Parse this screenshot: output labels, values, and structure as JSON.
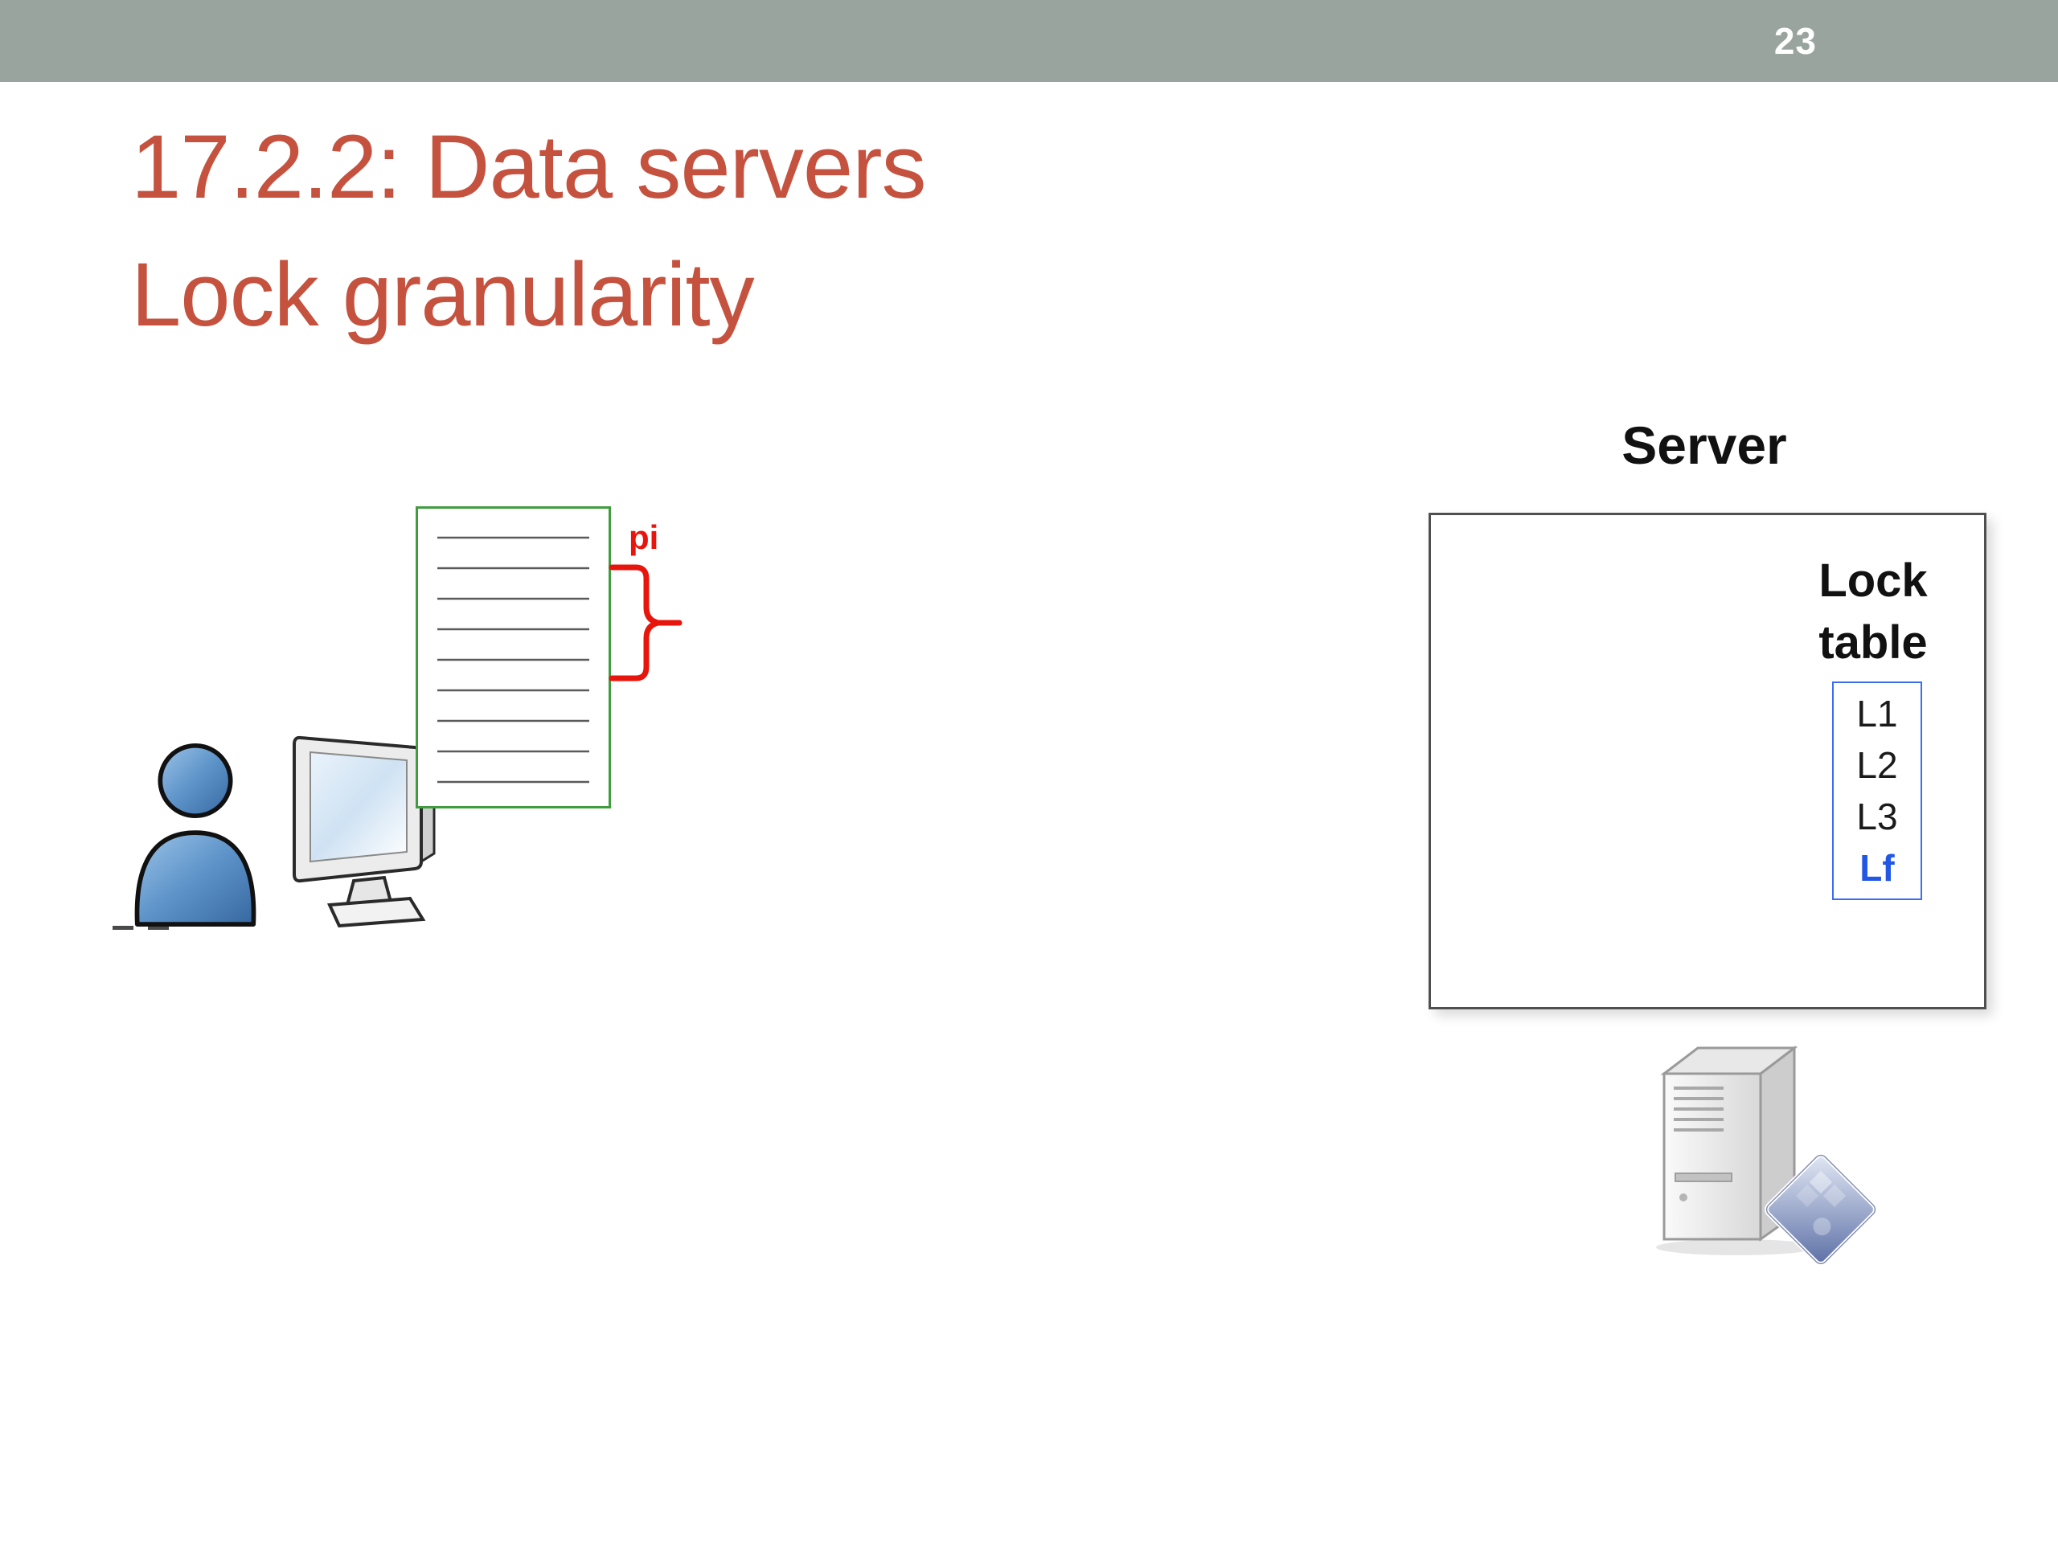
{
  "slide": {
    "page_number": "23",
    "title_line1": "17.2.2: Data servers",
    "title_line2": "Lock granularity"
  },
  "client": {
    "pi_label": "pi"
  },
  "server": {
    "label": "Server",
    "lock_table_line1": "Lock",
    "lock_table_line2": "table",
    "locks": [
      "L1",
      "L2",
      "L3",
      "Lf"
    ],
    "active_lock": "Lf"
  },
  "icons": {
    "client_user": "person-icon",
    "client_computer": "monitor-icon",
    "client_file": "lined-document-icon",
    "selection": "curly-brace-icon",
    "server_machine": "server-tower-icon",
    "server_badge": "diamond-picture-icon"
  },
  "colors": {
    "header_bar": "#98a49d",
    "title": "#c5523e",
    "accent_red": "#e8150d",
    "doc_border": "#3f9c3f",
    "lock_box_border": "#3a6df2",
    "active_lock": "#2257e6",
    "server_box_border": "#4f4f4f"
  }
}
